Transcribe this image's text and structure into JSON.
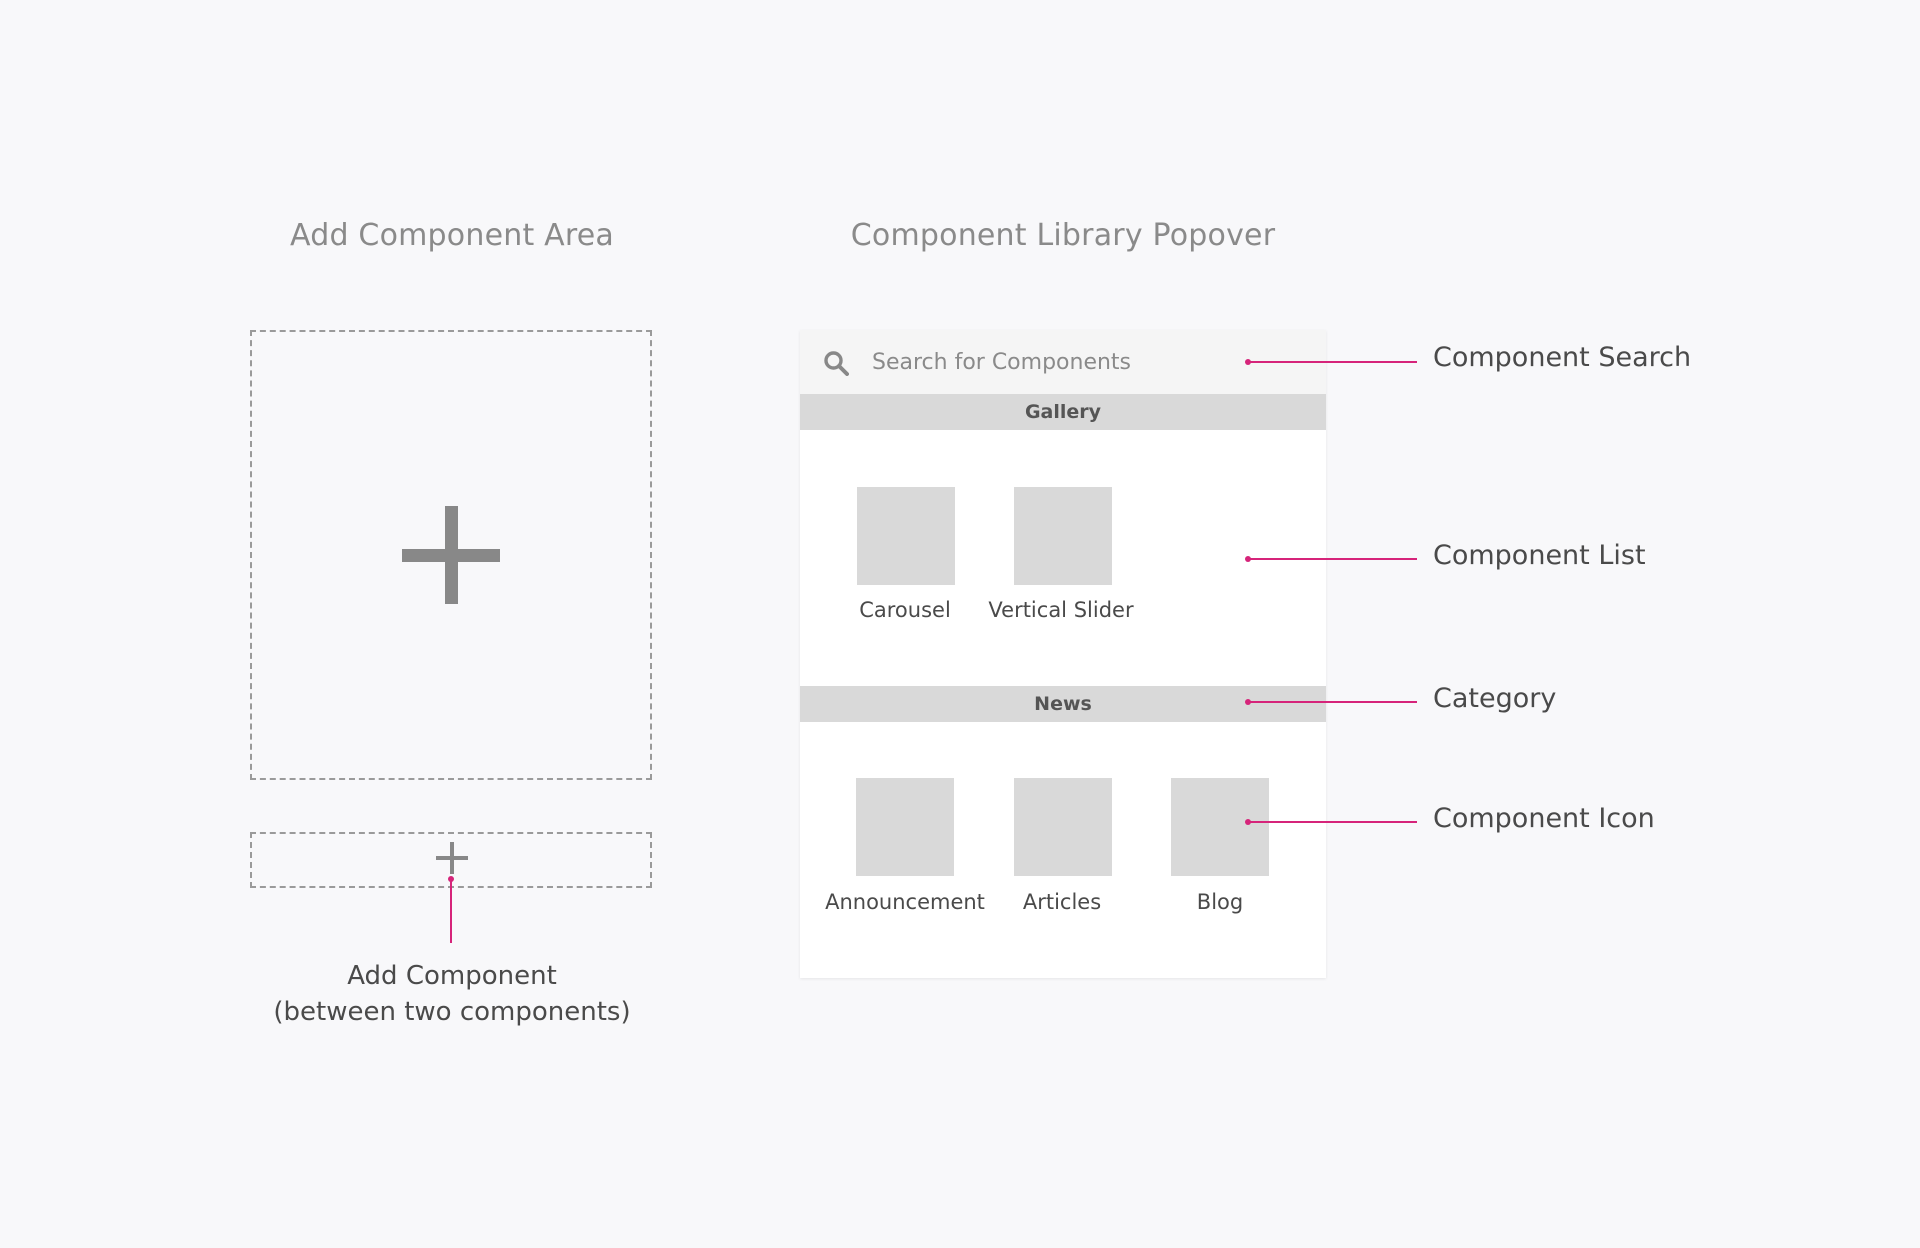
{
  "titles": {
    "left": "Add Component Area",
    "right": "Component Library Popover"
  },
  "add_area": {
    "insert_caption_line1": "Add Component",
    "insert_caption_line2": "(between two components)"
  },
  "popover": {
    "search_placeholder": "Search for Components",
    "categories": [
      {
        "name": "Gallery",
        "items": [
          "Carousel",
          "Vertical Slider"
        ]
      },
      {
        "name": "News",
        "items": [
          "Announcement",
          "Articles",
          "Blog"
        ]
      }
    ]
  },
  "annotations": {
    "search": "Component Search",
    "list": "Component List",
    "category": "Category",
    "icon": "Component Icon"
  },
  "colors": {
    "accent": "#d6247a",
    "tile": "#d9d9d9",
    "category_bar": "#d9d9d9",
    "background": "#f8f8fa"
  },
  "icons": [
    "plus-icon",
    "search-icon"
  ]
}
